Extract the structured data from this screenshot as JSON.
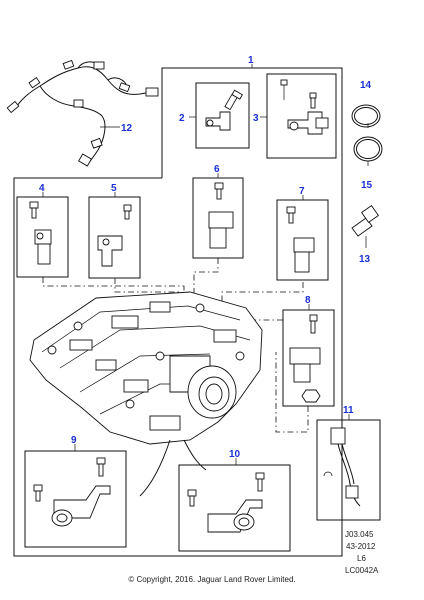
{
  "callouts": {
    "c1": "1",
    "c2": "2",
    "c3": "3",
    "c4": "4",
    "c5": "5",
    "c6": "6",
    "c7": "7",
    "c8": "8",
    "c9": "9",
    "c10": "10",
    "c11": "11",
    "c12": "12",
    "c13": "13",
    "c14": "14",
    "c15": "15"
  },
  "reference": {
    "line1": "J03.045",
    "line2": "43-2012",
    "line3": "L6",
    "line4": "LC0042A"
  },
  "copyright": "© Copyright, 2016. Jaguar Land Rover Limited.",
  "colors": {
    "callout": "#1a2fd6",
    "line": "#111111"
  }
}
